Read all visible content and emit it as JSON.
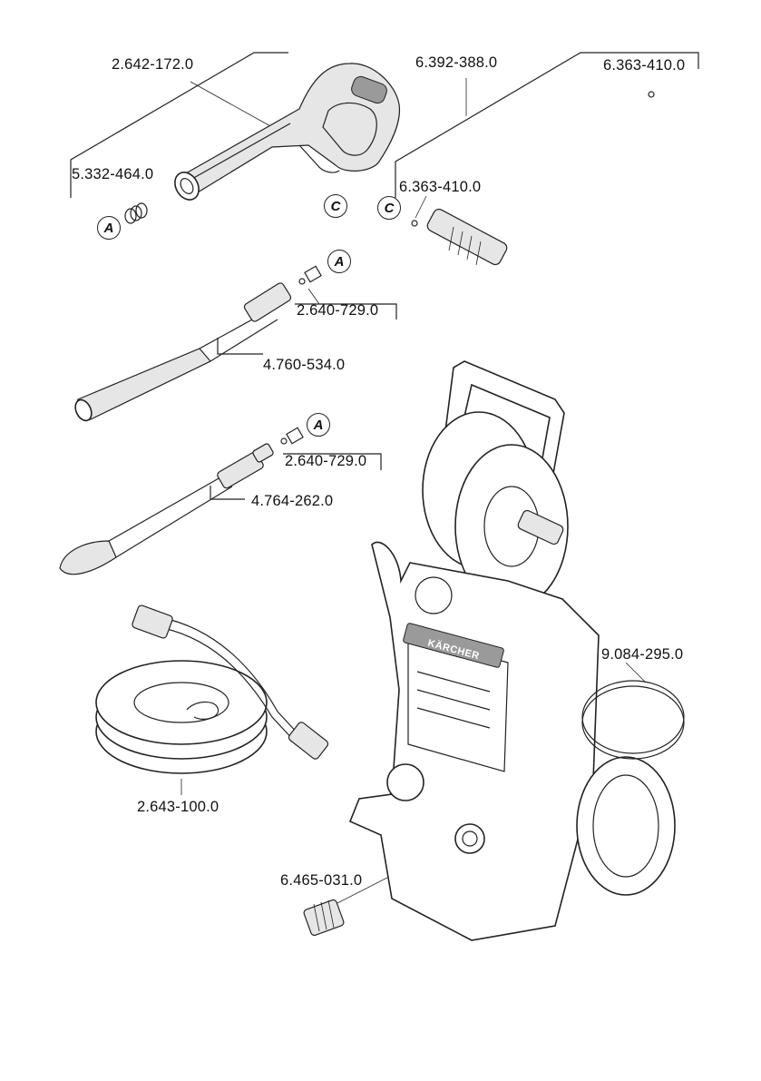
{
  "diagram": {
    "parts": [
      {
        "id": "trigger-gun",
        "number": "2.642-172.0"
      },
      {
        "id": "gun-connector-insert",
        "number": "5.332-464.0"
      },
      {
        "id": "high-pressure-hose",
        "number": "6.392-388.0"
      },
      {
        "id": "hose-o-ring-end",
        "number": "6.363-410.0"
      },
      {
        "id": "hose-o-ring-start",
        "number": "6.363-410.0"
      },
      {
        "id": "lance-o-ring-set-1",
        "number": "2.640-729.0"
      },
      {
        "id": "vario-power-lance",
        "number": "4.760-534.0"
      },
      {
        "id": "lance-o-ring-set-2",
        "number": "2.640-729.0"
      },
      {
        "id": "dirt-blaster-lance",
        "number": "4.764-262.0"
      },
      {
        "id": "hose-roll",
        "number": "2.643-100.0"
      },
      {
        "id": "hose-retaining-ring",
        "number": "9.084-295.0"
      },
      {
        "id": "water-inlet-adapter",
        "number": "6.465-031.0"
      }
    ],
    "callouts": {
      "a1": "A",
      "a2": "A",
      "a3": "A",
      "c1": "C",
      "c2": "C"
    },
    "brand_text": "KÄRCHER"
  }
}
